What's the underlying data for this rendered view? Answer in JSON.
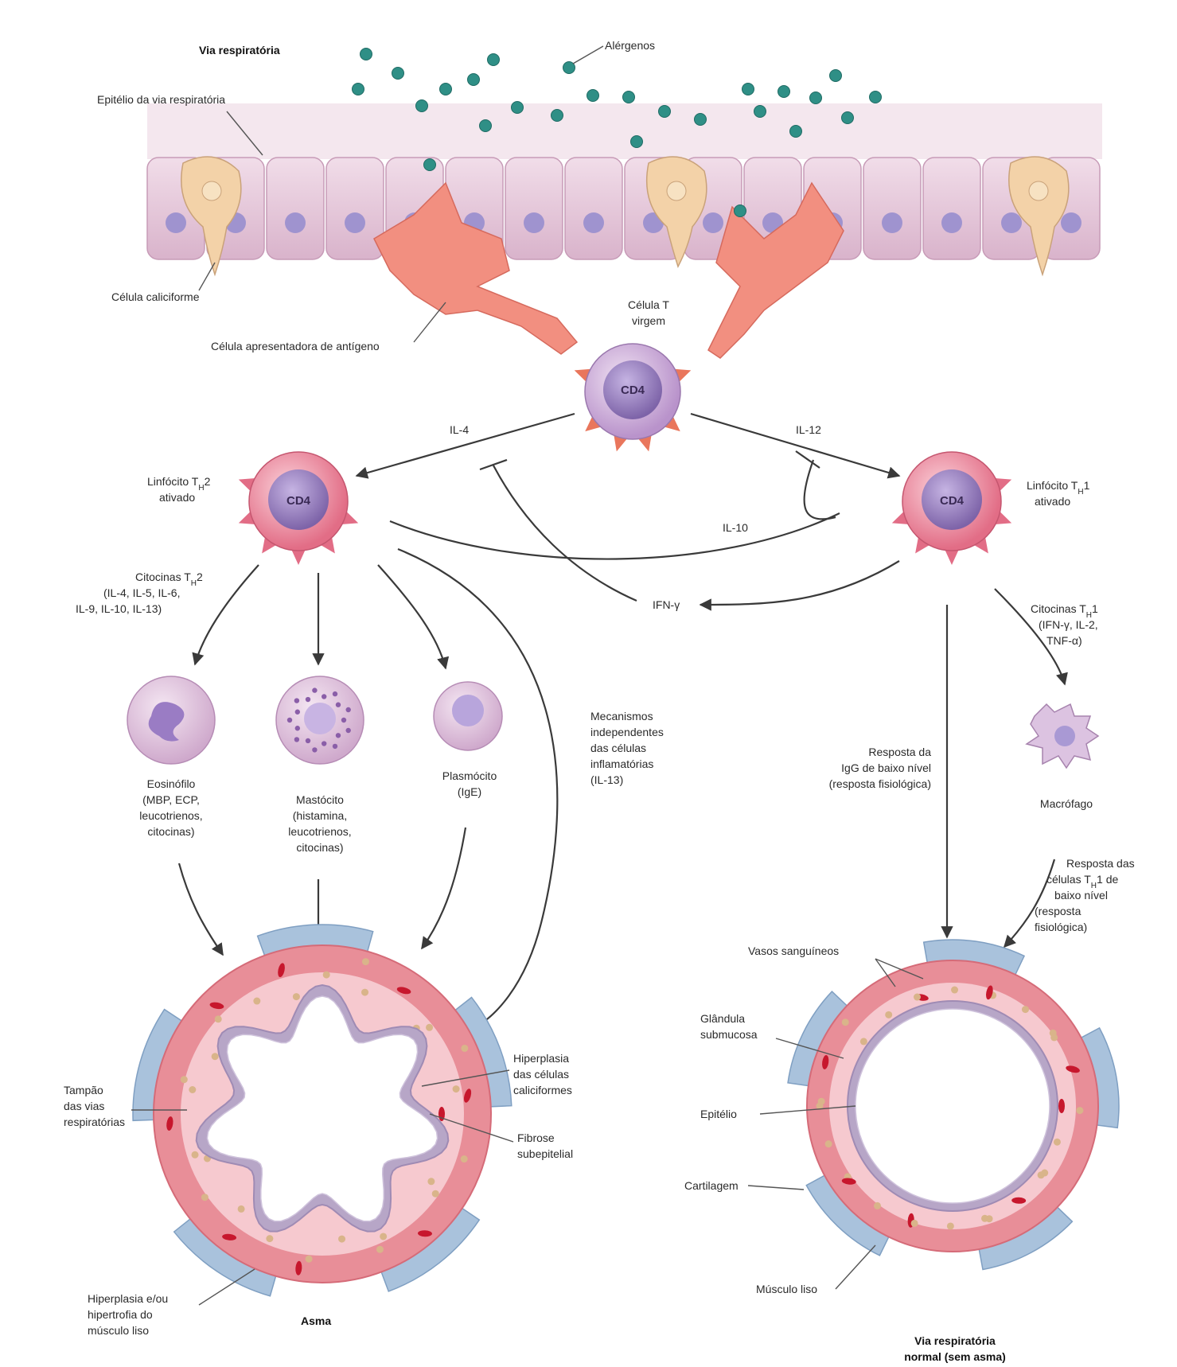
{
  "top": {
    "airway": "Via respiratória",
    "allergens": "Alérgenos",
    "epithelium": "Epitélio da via respiratória",
    "goblet_cell": "Célula caliciforme",
    "apc": "Célula apresentadora de antígeno",
    "naive_t": [
      "Célula T",
      "virgem"
    ]
  },
  "cells": {
    "cd4": "CD4",
    "th2": [
      "Linfócito T",
      "H",
      "2",
      "ativado"
    ],
    "th1": [
      "Linfócito T",
      "H",
      "1",
      "ativado"
    ]
  },
  "cytokines": {
    "il4": "IL-4",
    "il12": "IL-12",
    "il10": "IL-10",
    "ifn": "IFN-γ",
    "th2_lines": [
      "Citocinas T",
      "H",
      "2",
      "(IL-4, IL-5, IL-6,",
      "IL-9, IL-10, IL-13)"
    ],
    "th1_lines": [
      "Citocinas T",
      "H",
      "1",
      "(IFN-γ, IL-2,",
      "TNF-α)"
    ]
  },
  "effectors": {
    "eosinophil": [
      "Eosinófilo",
      "(MBP, ECP,",
      "leucotrienos,",
      "citocinas)"
    ],
    "mast": [
      "Mastócito",
      "(histamina,",
      "leucotrienos,",
      "citocinas)"
    ],
    "plasma": [
      "Plasmócito",
      "(IgE)"
    ],
    "mechanisms": [
      "Mecanismos",
      "independentes",
      "das células",
      "inflamatórias",
      "(IL-13)"
    ],
    "igg": [
      "Resposta da",
      "IgG de baixo nível",
      "(resposta fisiológica)"
    ],
    "macrophage": "Macrófago",
    "th1_response": [
      "Resposta das",
      "células T",
      "H",
      "1 de",
      "baixo nível",
      "(resposta",
      "fisiológica)"
    ]
  },
  "asthma": {
    "mucus": [
      "Tampão",
      "das vias",
      "respiratórias"
    ],
    "goblet_hyper": [
      "Hiperplasia",
      "das células",
      "caliciformes"
    ],
    "fibrosis": [
      "Fibrose",
      "subepitelial"
    ],
    "muscle_hyper": [
      "Hiperplasia e/ou",
      "hipertrofia do",
      "músculo liso"
    ],
    "caption": "Asma"
  },
  "normal": {
    "vessels": "Vasos sanguíneos",
    "gland": [
      "Glândula",
      "submucosa"
    ],
    "epithelium": "Epitélio",
    "cartilage": "Cartilagem",
    "muscle": "Músculo liso",
    "caption": [
      "Via respiratória",
      "normal (sem asma)"
    ]
  },
  "colors": {
    "epithelium": "#e7c8dd",
    "goblet": "#f3d2a8",
    "apc": "#f28f80",
    "allergen": "#2f8f86",
    "lymphocyte": "#ea7f95",
    "naive": "#c9a8d6",
    "nucleus": "#8f72b8",
    "wall": "#e88e98",
    "cartilage": "#a9c2dc"
  }
}
